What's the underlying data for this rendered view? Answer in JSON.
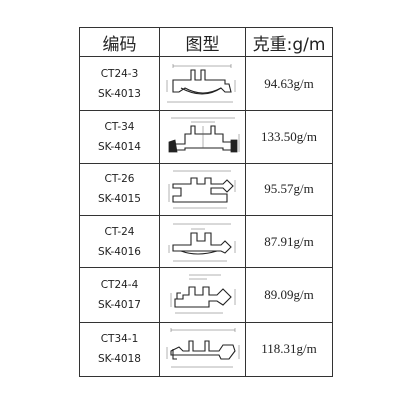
{
  "table": {
    "headers": {
      "code": "编码",
      "drawing": "图型",
      "weight": "克重:g/m"
    },
    "rows": [
      {
        "model": "CT24-3",
        "sku": "SK-4013",
        "weight": "94.63g/m"
      },
      {
        "model": "CT-34",
        "sku": "SK-4014",
        "weight": "133.50g/m"
      },
      {
        "model": "CT-26",
        "sku": "SK-4015",
        "weight": "95.57g/m"
      },
      {
        "model": "CT-24",
        "sku": "SK-4016",
        "weight": "87.91g/m"
      },
      {
        "model": "CT24-4",
        "sku": "SK-4017",
        "weight": "89.09g/m"
      },
      {
        "model": "CT34-1",
        "sku": "SK-4018",
        "weight": "118.31g/m"
      }
    ]
  }
}
